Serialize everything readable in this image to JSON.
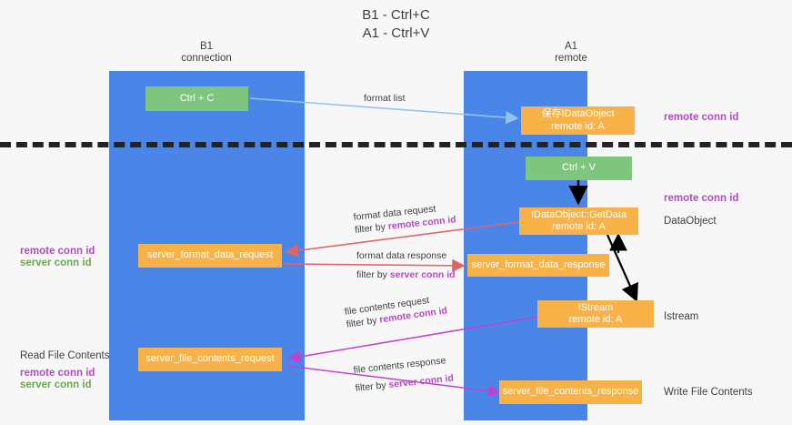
{
  "title": {
    "line1": "B1 - Ctrl+C",
    "line2": "A1 - Ctrl+V"
  },
  "lanes": [
    {
      "id": "b1",
      "name": "B1",
      "role": "connection",
      "color": "#4a86e8"
    },
    {
      "id": "a1",
      "name": "A1",
      "role": "remote",
      "color": "#4a86e8"
    }
  ],
  "colors": {
    "lane": "#4a86e8",
    "green_box": "#7ec67e",
    "orange_box": "#f9b248",
    "purple_text": "#b44ac0",
    "green_text": "#6aa84f",
    "red_arrow": "#e06666",
    "magenta_arrow": "#c23fd0",
    "blue_arrow": "#8fc4ef",
    "black_arrow": "#000000",
    "divider": "#222222"
  },
  "boxes": {
    "ctrl_c": "Ctrl + C",
    "save_idataobject_l1": "保存IDataObject",
    "save_idataobject_l2": "remote id: A",
    "ctrl_v": "Ctrl + V",
    "getdata_l1": "IDataObject::GetData",
    "getdata_l2": "remote id: A",
    "server_format_data_request": "server_format_data_request",
    "server_format_data_response": "server_format_data_response",
    "istream_l1": "IStream",
    "istream_l2": "remote id: A",
    "server_file_contents_request": "server_file_contents_request",
    "server_file_contents_response": "server_file_contents_response"
  },
  "edge_labels": {
    "format_list": "format list",
    "format_data_request": "format data request",
    "format_data_request_filter_prefix": "filter by ",
    "format_data_request_filter_key": "remote conn id",
    "format_data_response": "format data response",
    "format_data_response_filter_prefix": "filter by ",
    "format_data_response_filter_key": "server conn id",
    "file_contents_request": "file contents request",
    "file_contents_request_filter_prefix": "filter by ",
    "file_contents_request_filter_key": "remote conn id",
    "file_contents_response": "file contents response",
    "file_contents_response_filter_prefix": "filter by ",
    "file_contents_response_filter_key": "server conn id"
  },
  "side_labels": {
    "right_remote_conn_id_top": "remote conn id",
    "right_remote_conn_id_mid": "remote conn id",
    "right_dataobject": "DataObject",
    "right_istream": "Istream",
    "right_write_file_contents": "Write File Contents",
    "left_remote_conn_id_mid": "remote conn id",
    "left_server_conn_id_mid": "server conn id",
    "left_read_file_contents": "Read File Contents",
    "left_remote_conn_id_bottom": "remote conn id",
    "left_server_conn_id_bottom": "server conn id"
  }
}
